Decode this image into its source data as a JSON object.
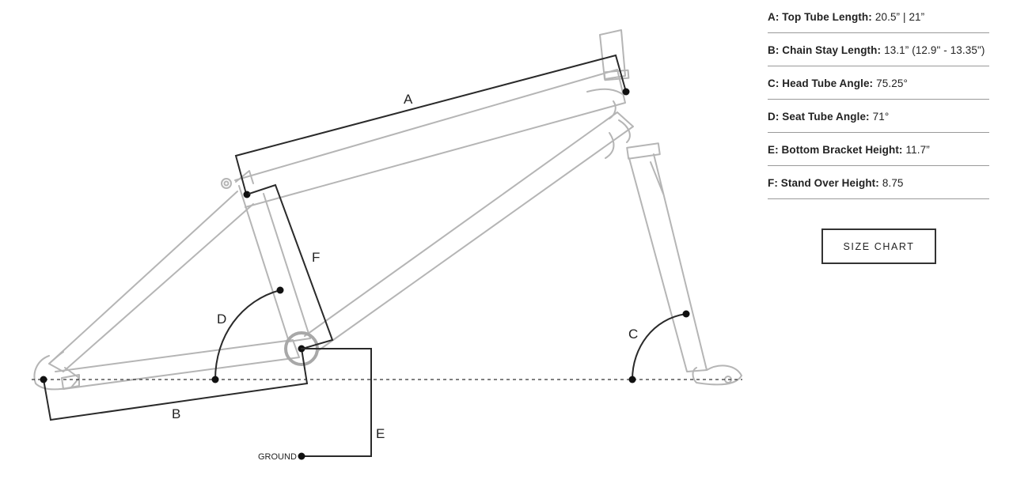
{
  "diagram": {
    "labels": {
      "a": "A",
      "b": "B",
      "c": "C",
      "d": "D",
      "e": "E",
      "f": "F",
      "ground": "GROUND"
    }
  },
  "specs": [
    {
      "label": "A: Top Tube Length:",
      "value": " 20.5” | 21”"
    },
    {
      "label": "B: Chain Stay Length:",
      "value": "13.1” (12.9\" - 13.35\")"
    },
    {
      "label": "C: Head Tube Angle:",
      "value": "75.25°"
    },
    {
      "label": "D: Seat Tube Angle:",
      "value": "71°"
    },
    {
      "label": "E: Bottom Bracket Height:",
      "value": "11.7”"
    },
    {
      "label": "F: Stand Over Height:",
      "value": "8.75"
    }
  ],
  "size_chart_button": "SIZE CHART"
}
